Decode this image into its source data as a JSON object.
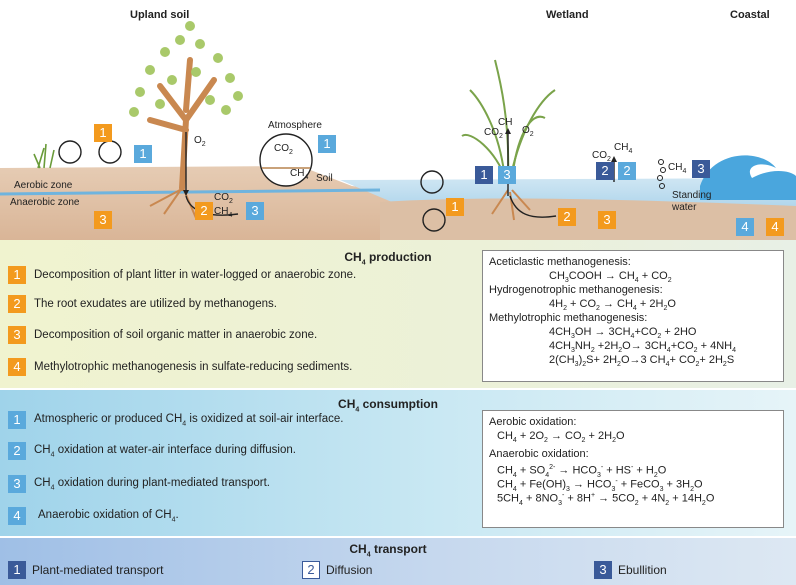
{
  "regions": {
    "upland": "Upland soil",
    "wetland": "Wetland",
    "coastal": "Coastal"
  },
  "labels": {
    "aerobic_zone": "Aerobic zone",
    "anaerobic_zone": "Anaerobic zone",
    "atmosphere": "Atmosphere",
    "soil": "Soil",
    "standing_water": "Standing water",
    "co2": "CO",
    "ch4": "CH",
    "o2": "O"
  },
  "production": {
    "title": "CH",
    "title_sub": "4",
    "title_rest": " production",
    "items": [
      {
        "num": "1",
        "text": "Decomposition of plant litter in water-logged or anaerobic zone."
      },
      {
        "num": "2",
        "text": "The root exudates are utilized by methanogens."
      },
      {
        "num": "3",
        "text": "Decomposition of soil organic matter in anaerobic zone."
      },
      {
        "num": "4",
        "text": "Methylotrophic methanogenesis in sulfate-reducing sediments."
      }
    ],
    "eq_aceticlastic": "Aceticlastic methanogenesis:",
    "eq_hydrogenotrophic": "Hydrogenotrophic methanogenesis:",
    "eq_methylotrophic": "Methylotrophic methanogenesis:"
  },
  "consumption": {
    "title": "CH",
    "title_sub": "4",
    "title_rest": " consumption",
    "items": [
      {
        "num": "1",
        "pre": "Atmospheric or produced CH",
        "sub": "4",
        "post": " is oxidized at soil-air interface."
      },
      {
        "num": "2",
        "pre": "CH",
        "sub": "4",
        "post": " oxidation at water-air interface during diffusion."
      },
      {
        "num": "3",
        "pre": "CH",
        "sub": "4",
        "post": " oxidation during plant-mediated transport."
      },
      {
        "num": "4",
        "pre": "Anaerobic oxidation of CH",
        "sub": "4",
        "post": "."
      }
    ],
    "eq_aerobic": "Aerobic oxidation:",
    "eq_anaerobic": "Anaerobic oxidation:"
  },
  "transport": {
    "title": "CH",
    "title_sub": "4",
    "title_rest": " transport",
    "items": [
      {
        "num": "1",
        "text": "Plant-mediated transport"
      },
      {
        "num": "2",
        "text": "Diffusion"
      },
      {
        "num": "3",
        "text": "Ebullition"
      }
    ]
  },
  "colors": {
    "orange": "#f39a1e",
    "light_blue": "#5aa9dc",
    "navy": "#3a5a99",
    "production_bg": "#eef2c8",
    "consumption_bg": "#bfe3f1",
    "transport_bg": "#b9cfe9"
  }
}
